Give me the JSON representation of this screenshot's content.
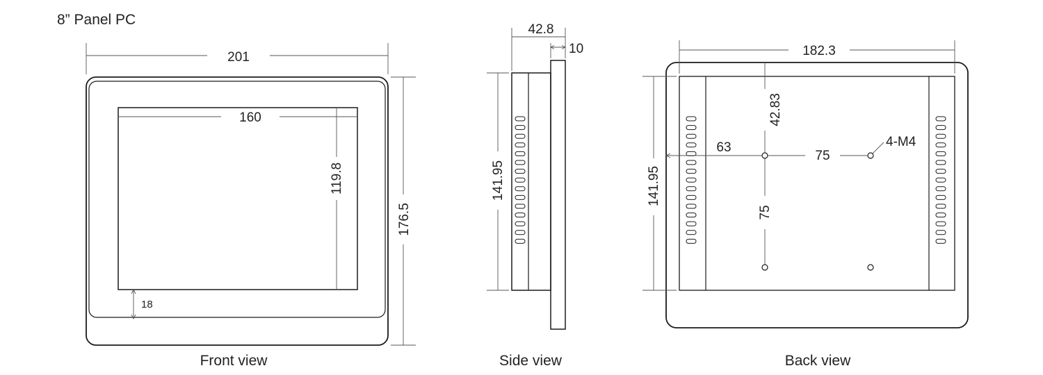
{
  "title": "8” Panel PC",
  "views": {
    "front": {
      "caption": "Front view",
      "dims": {
        "width": "201",
        "screen_width": "160",
        "screen_height": "119.8",
        "height": "176.5",
        "bottom_border": "18"
      }
    },
    "side": {
      "caption": "Side view",
      "dims": {
        "depth": "42.8",
        "bezel": "10",
        "height": "141.95"
      }
    },
    "back": {
      "caption": "Back view",
      "dims": {
        "width": "182.3",
        "hole_top": "42.83",
        "hole_left": "63",
        "vesa_h": "75",
        "vesa_v": "75",
        "height": "141.95",
        "mount": "4-M4"
      }
    }
  },
  "colors": {
    "line": "#1a1a1a",
    "dimension": "#555555",
    "text": "#222222"
  }
}
